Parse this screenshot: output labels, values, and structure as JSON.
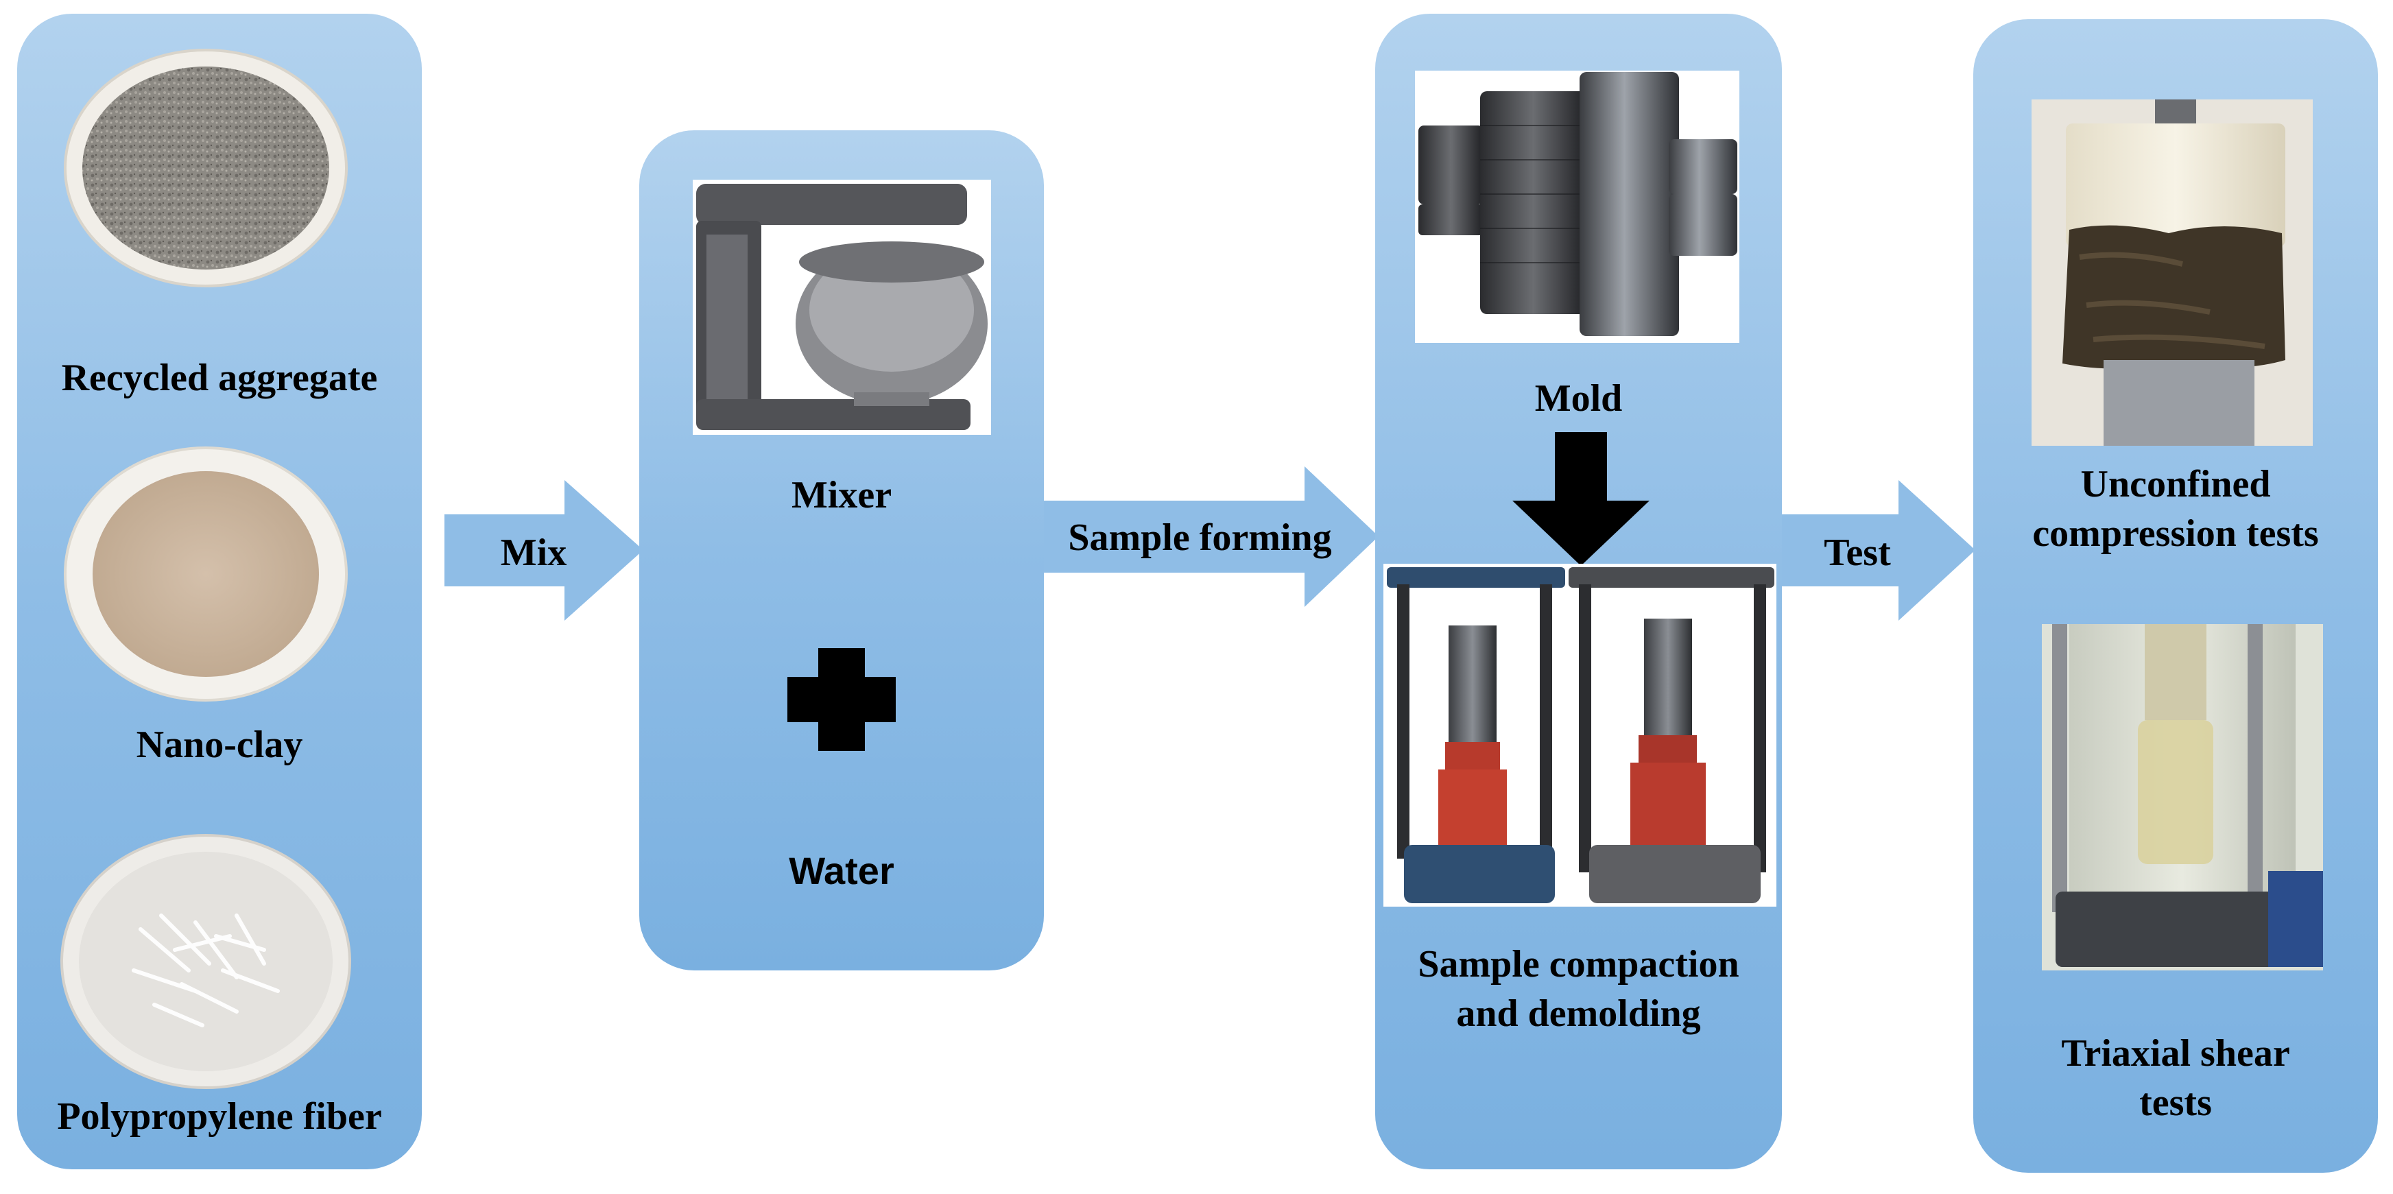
{
  "materials": {
    "aggregate_label": "Recycled aggregate",
    "nanoclay_label": "Nano-clay",
    "fiber_label": "Polypropylene fiber"
  },
  "arrows": {
    "mix": "Mix",
    "sample_forming": "Sample forming",
    "test": "Test"
  },
  "mixing": {
    "mixer_label": "Mixer",
    "water_label": "Water"
  },
  "forming": {
    "mold_label": "Mold",
    "compaction_line1": "Sample compaction",
    "compaction_line2": "and demolding"
  },
  "testing": {
    "ucs_line1": "Unconfined",
    "ucs_line2": "compression tests",
    "triaxial_line1": "Triaxial shear",
    "triaxial_line2": "tests"
  },
  "colors": {
    "panel": "#8fbde6",
    "arrow": "#8fbde6"
  }
}
